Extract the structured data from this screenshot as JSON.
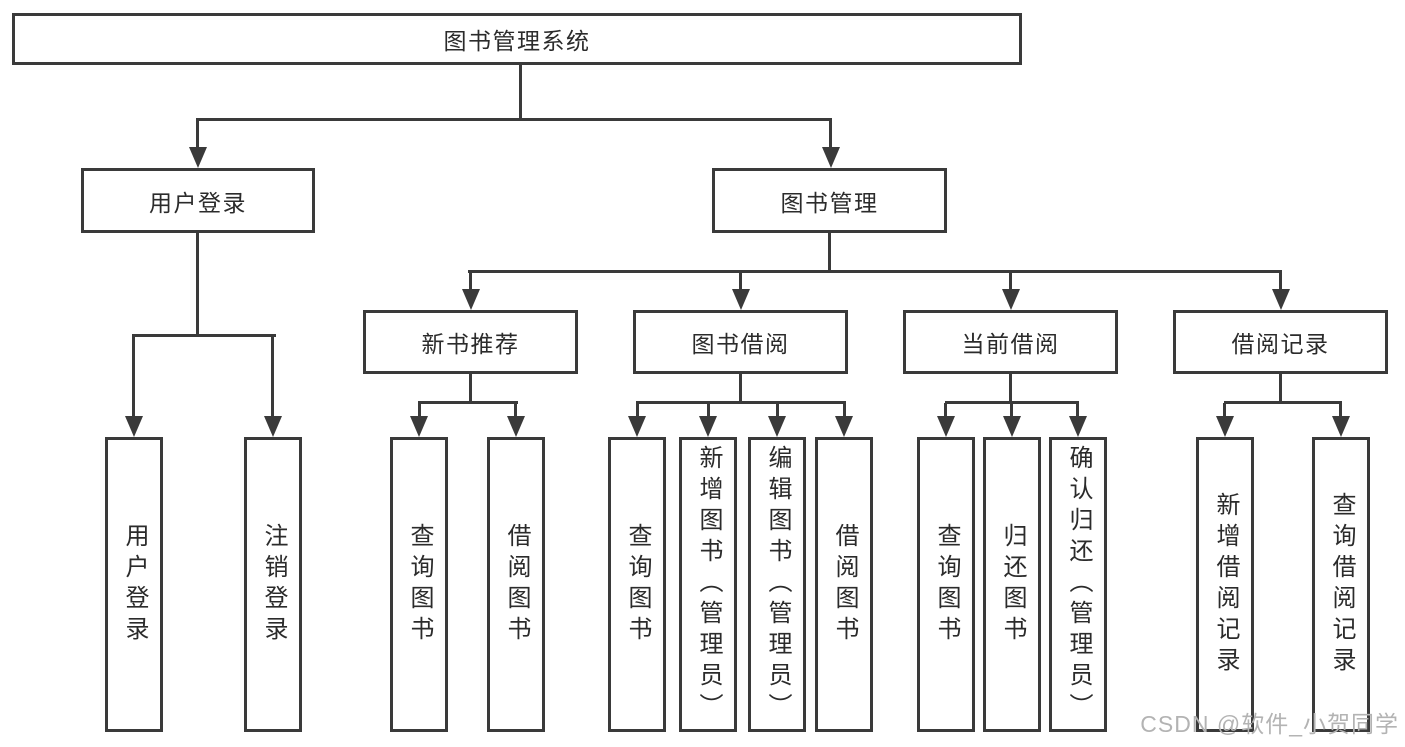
{
  "diagram": {
    "root": {
      "label": "图书管理系统"
    },
    "branches": [
      {
        "label": "用户登录",
        "children": [
          {
            "label": "用户登录"
          },
          {
            "label": "注销登录"
          }
        ]
      },
      {
        "label": "图书管理",
        "children": [
          {
            "label": "新书推荐",
            "children": [
              {
                "label": "查询图书"
              },
              {
                "label": "借阅图书"
              }
            ]
          },
          {
            "label": "图书借阅",
            "children": [
              {
                "label": "查询图书"
              },
              {
                "label": "新增图书（管理员）"
              },
              {
                "label": "编辑图书（管理员）"
              },
              {
                "label": "借阅图书"
              }
            ]
          },
          {
            "label": "当前借阅",
            "children": [
              {
                "label": "查询图书"
              },
              {
                "label": "归还图书"
              },
              {
                "label": "确认归还（管理员）"
              }
            ]
          },
          {
            "label": "借阅记录",
            "children": [
              {
                "label": "新增借阅记录"
              },
              {
                "label": "查询借阅记录"
              }
            ]
          }
        ]
      }
    ]
  },
  "watermark": "CSDN @软件_小贺同学",
  "colors": {
    "line": "#3a3a3a",
    "text": "#2b2b2b",
    "watermark": "#b3b3b3",
    "background": "#ffffff"
  }
}
